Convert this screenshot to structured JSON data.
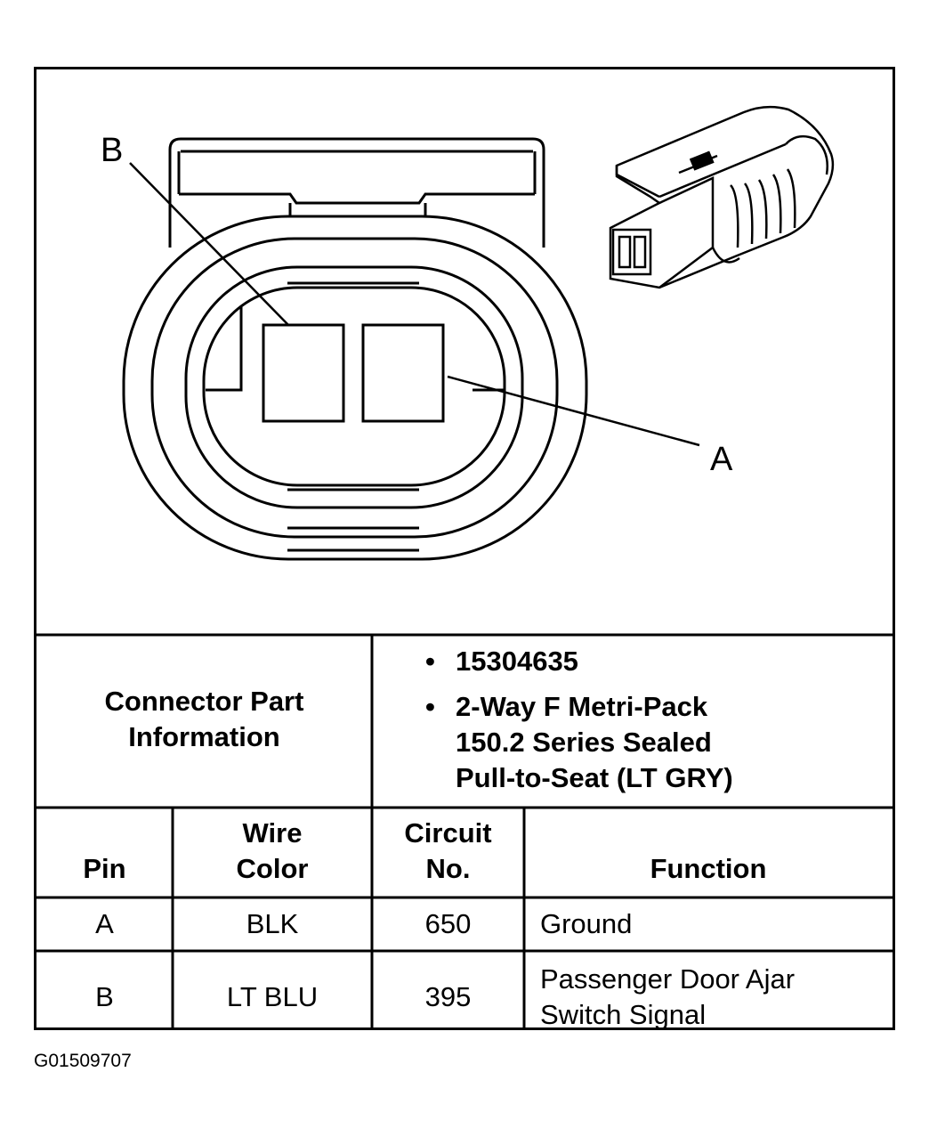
{
  "callouts": {
    "b": "B",
    "a": "A"
  },
  "part_info": {
    "label_line1": "Connector Part",
    "label_line2": "Information",
    "part_number": "15304635",
    "desc_line1": "2-Way F Metri-Pack",
    "desc_line2": "150.2 Series Sealed",
    "desc_line3": "Pull-to-Seat (LT GRY)"
  },
  "table": {
    "headers": {
      "pin": "Pin",
      "wire_line1": "Wire",
      "wire_line2": "Color",
      "circuit_line1": "Circuit",
      "circuit_line2": "No.",
      "function": "Function"
    },
    "rows": [
      {
        "pin": "A",
        "wire": "BLK",
        "circuit": "650",
        "function_line1": "Ground",
        "function_line2": ""
      },
      {
        "pin": "B",
        "wire": "LT BLU",
        "circuit": "395",
        "function_line1": "Passenger Door Ajar",
        "function_line2": "Switch Signal"
      }
    ]
  },
  "figure_code": "G01509707"
}
